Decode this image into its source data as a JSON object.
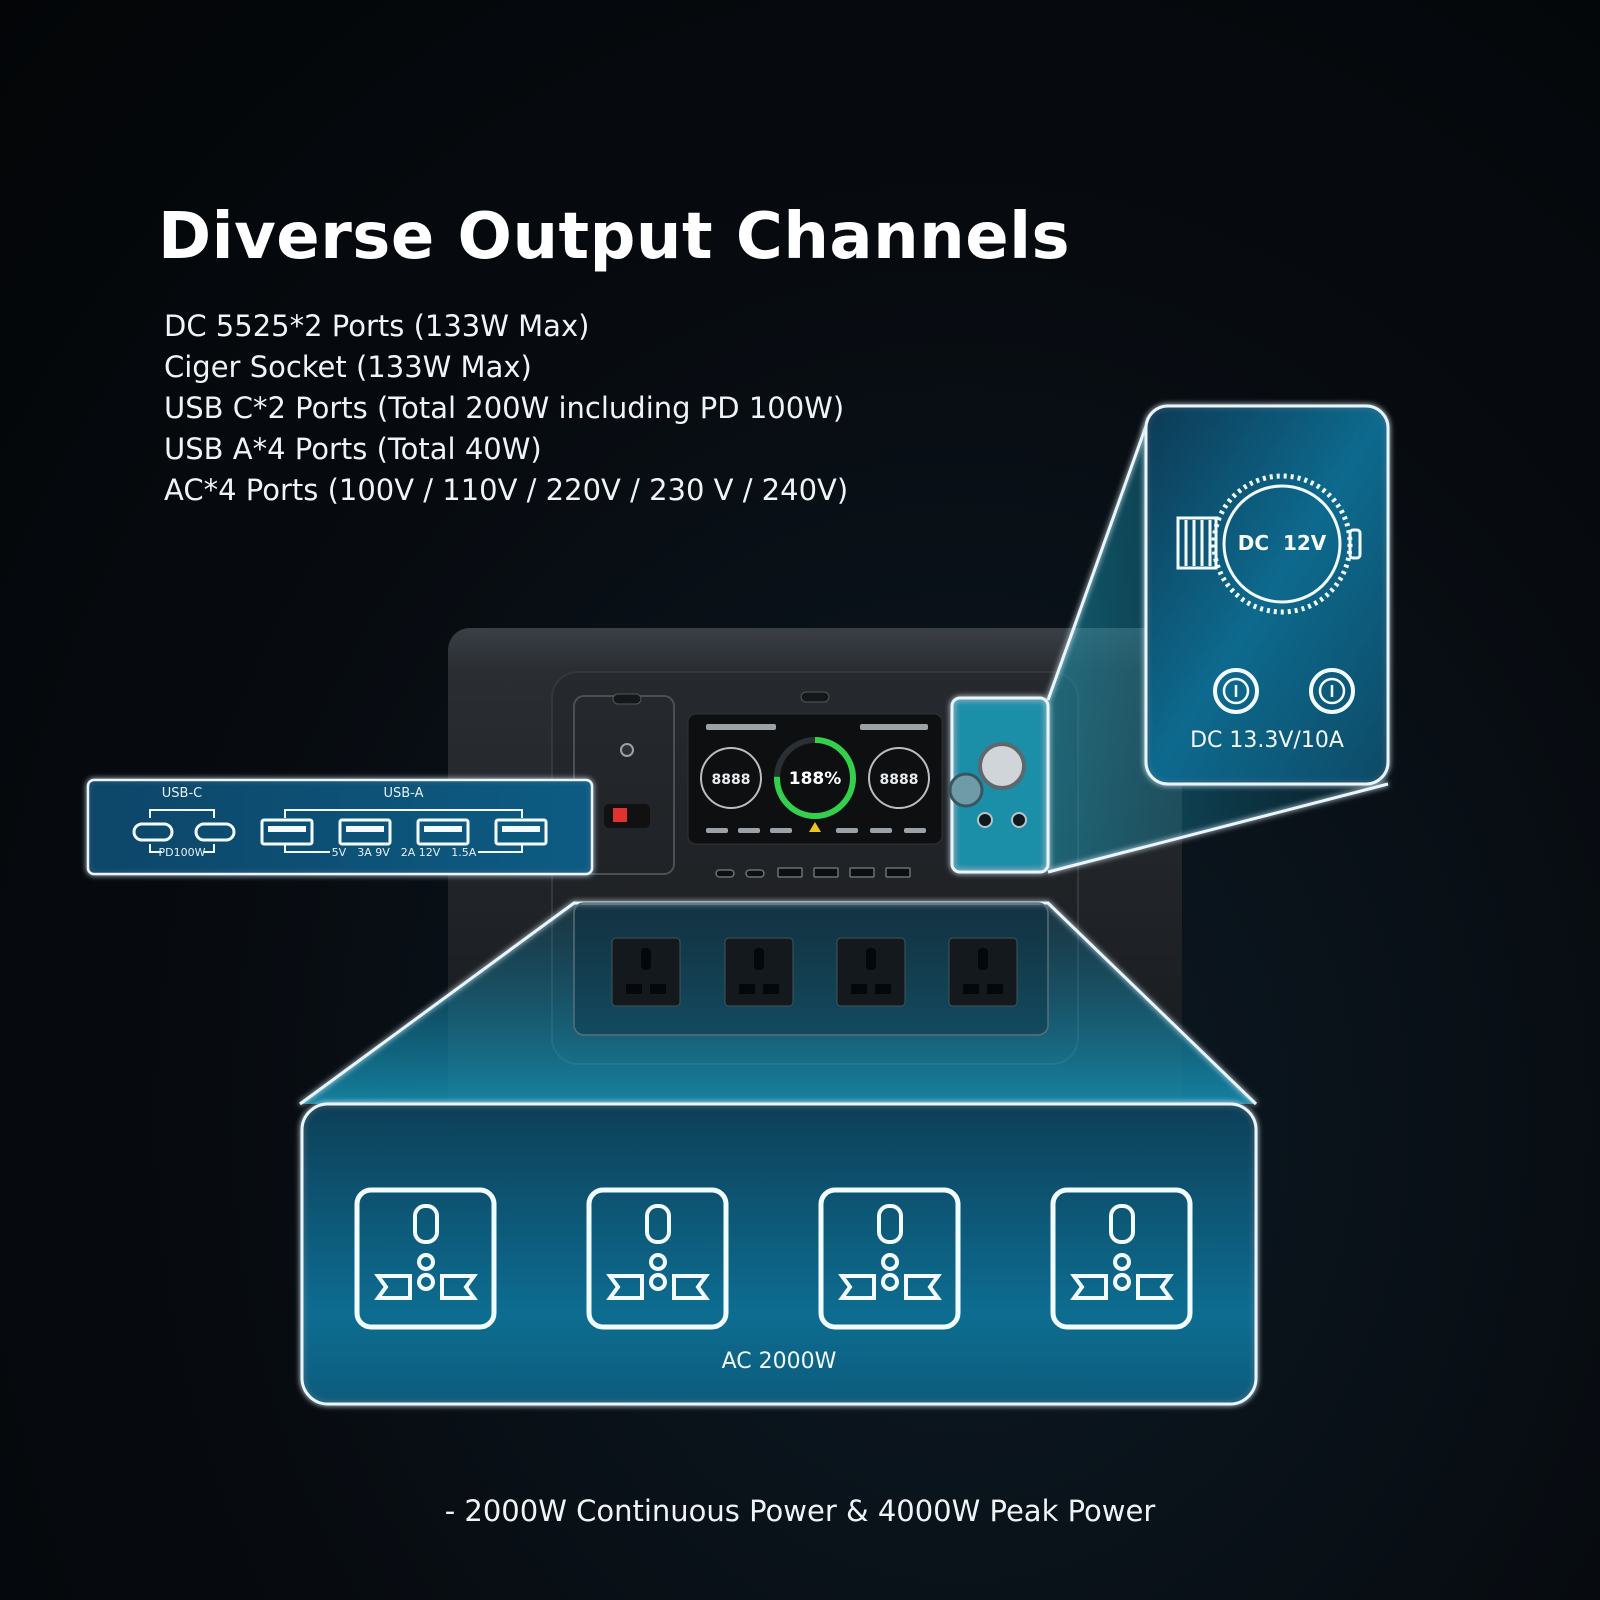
{
  "header": {
    "title": "Diverse Output Channels"
  },
  "specs": [
    "DC 5525*2 Ports (133W Max)",
    "Ciger Socket (133W Max)",
    "USB C*2 Ports (Total 200W including PD 100W)",
    "USB A*4 Ports (Total 40W)",
    "AC*4 Ports (100V / 110V / 220V / 230 V / 240V)"
  ],
  "usb_callout": {
    "usb_c_label": "USB-C",
    "usb_a_label": "USB-A",
    "pd_label": "PD100W",
    "usb_a_spec": "5V 3A  9V 2A  12V 1.5A"
  },
  "dc_callout": {
    "socket_label": "DC  12V",
    "port_label": "DC 13.3V/10A"
  },
  "ac_callout": {
    "label": "AC 2000W",
    "outlet_count": 4
  },
  "footer": {
    "text": "- 2000W Continuous Power & 4000W Peak Power"
  },
  "colors": {
    "accent": "#1aa6c9",
    "callout_fill": "#0b5f82",
    "outline": "#e8f6ff"
  }
}
